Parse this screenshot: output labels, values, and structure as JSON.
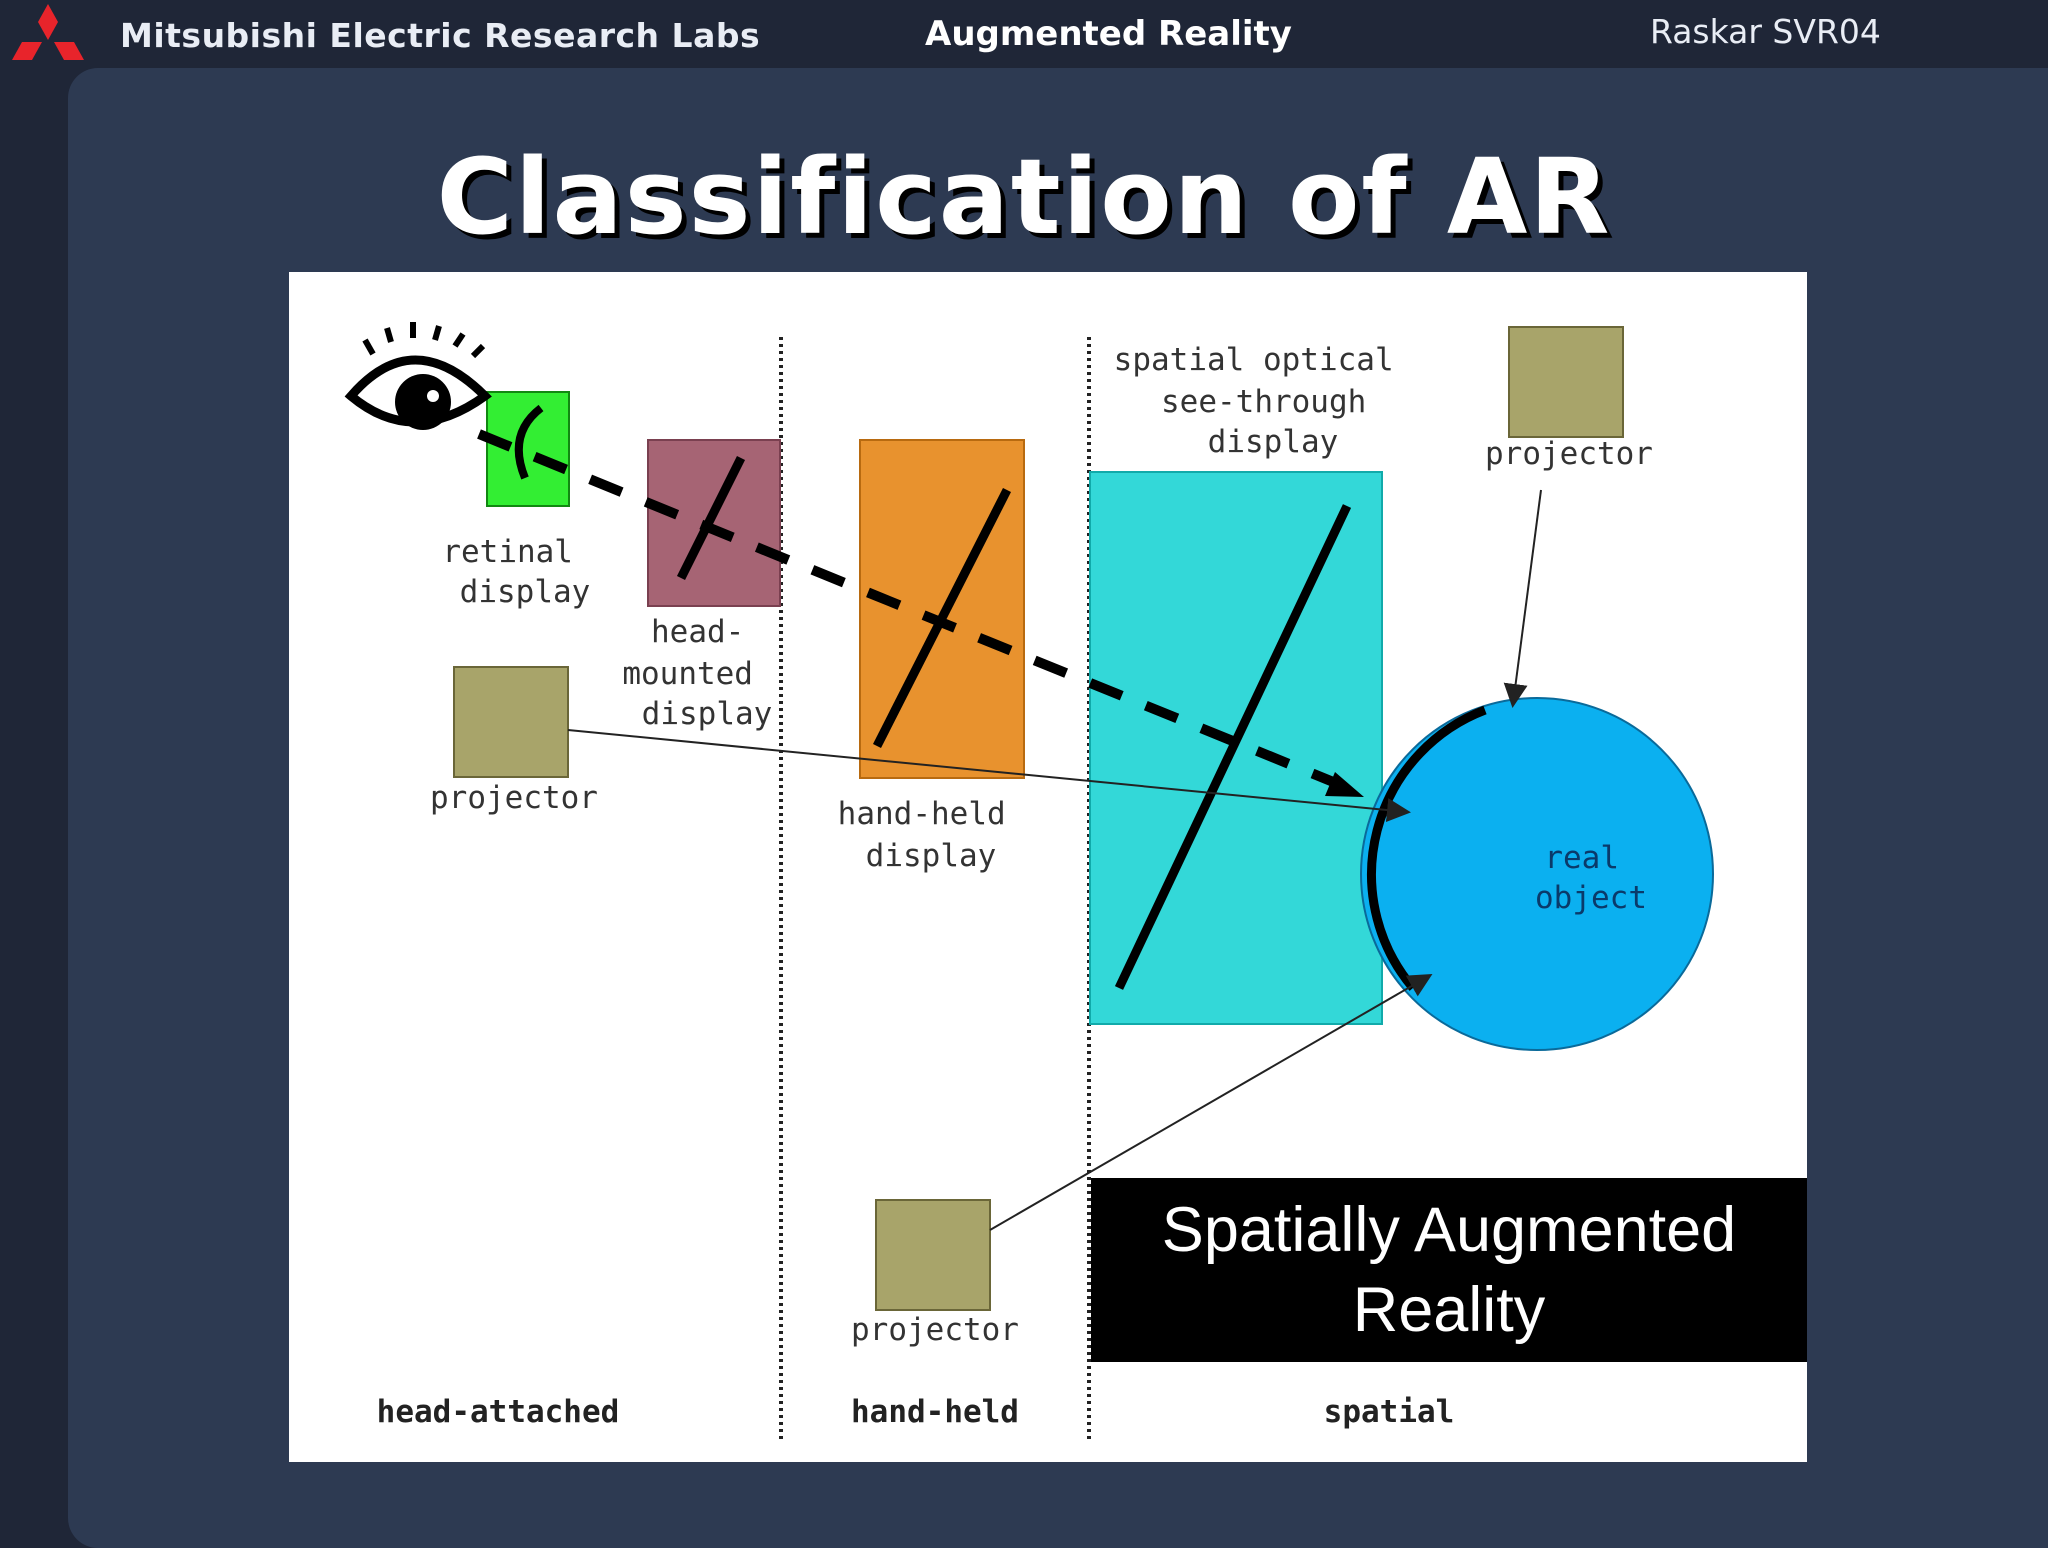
{
  "header": {
    "organization": "Mitsubishi Electric Research Labs",
    "topic": "Augmented Reality",
    "reference": "Raskar SVR04",
    "logo_color": "#e8242b"
  },
  "slide": {
    "title": "Classification of AR"
  },
  "diagram": {
    "labels": {
      "retinal_display": [
        "retinal",
        "display"
      ],
      "head_mounted_display": [
        "head-",
        "mounted",
        "display"
      ],
      "hand_held_display": [
        "hand-held",
        "display"
      ],
      "spatial_optical": [
        "spatial optical",
        "see-through",
        "display"
      ],
      "projector_head": "projector",
      "projector_top": "projector",
      "projector_bottom": "projector",
      "real_object": [
        "real",
        "object"
      ]
    },
    "categories": [
      "head-attached",
      "hand-held",
      "spatial"
    ],
    "callout": [
      "Spatially Augmented",
      "Reality"
    ],
    "colors": {
      "retinal": "#33ee33",
      "head_mounted": "#a66474",
      "hand_held": "#e8922e",
      "spatial_optical": "#33d8d8",
      "projector": "#a8a46a",
      "real_object": "#0bb0f0"
    }
  }
}
